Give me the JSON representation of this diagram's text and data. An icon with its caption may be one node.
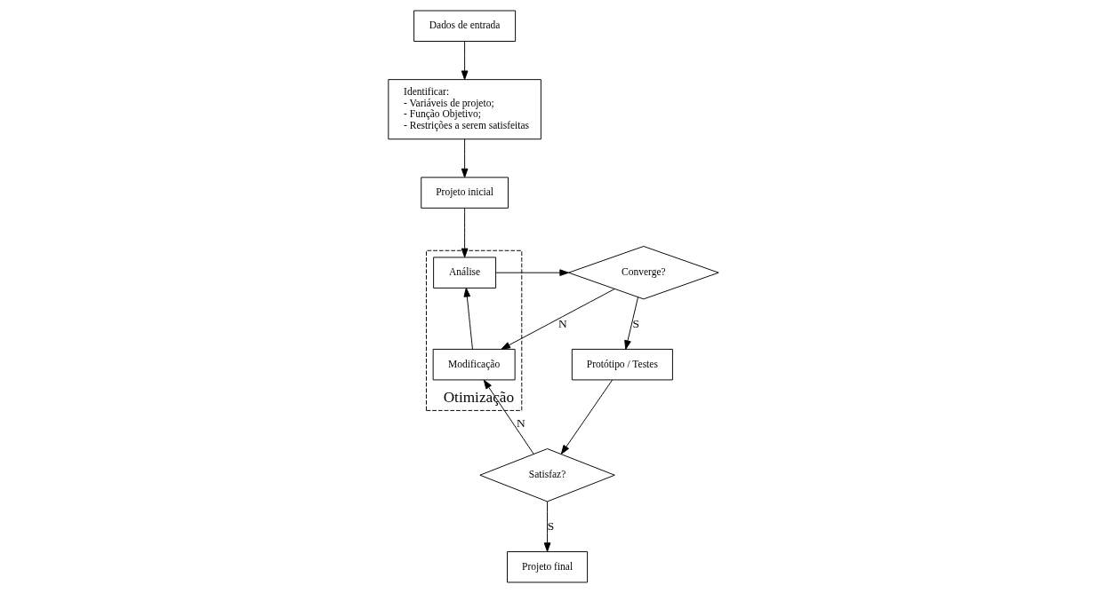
{
  "diagram": {
    "nodes": [
      {
        "text": [
          "Dados de entrada"
        ]
      },
      {
        "text": [
          "Identificar: - Variáveis de projeto; - Função Objetivo; - Restrições a serem satisfeitas"
        ]
      },
      {
        "text": [
          "Projeto inicial"
        ]
      },
      {
        "text": [
          "Otimização"
        ]
      },
      {
        "text": [
          "Análise"
        ],
        "in": 3
      },
      {
        "text": [
          "Converge?"
        ]
      },
      {
        "text": [
          "Modificação"
        ],
        "in": 3
      },
      {
        "text": [
          "Protótipo / Testes"
        ]
      },
      {
        "text": [
          "Satisfaz?"
        ]
      },
      {
        "text": [
          "Projeto final"
        ]
      }
    ],
    "edges": [
      {
        "from": 0,
        "to": 1,
        "arrow": "to"
      },
      {
        "from": 1,
        "to": 2,
        "arrow": "to"
      },
      {
        "from": 2,
        "to": 4,
        "arrow": "to"
      },
      {
        "from": 4,
        "to": 5,
        "arrow": "to"
      },
      {
        "from": 5,
        "to": 6,
        "label": "N",
        "arrow": "to"
      },
      {
        "from": 6,
        "to": 4,
        "arrow": "to"
      },
      {
        "from": 5,
        "to": 7,
        "label": "S",
        "arrow": "to"
      },
      {
        "from": 7,
        "to": 8,
        "arrow": "to"
      },
      {
        "from": 8,
        "to": 6,
        "label": "N",
        "arrow": "to"
      },
      {
        "from": 8,
        "to": 9,
        "label": "S",
        "arrow": "to"
      }
    ]
  }
}
